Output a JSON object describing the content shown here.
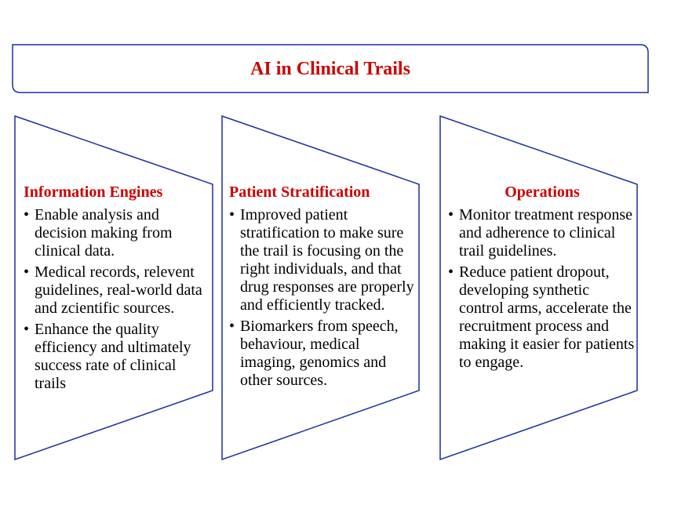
{
  "title": "AI in Clinical Trails",
  "colors": {
    "border": "#1a2f9e",
    "heading": "#cc0000",
    "text": "#000000"
  },
  "columns": [
    {
      "heading": "Information Engines",
      "items": [
        "Enable analysis and decision making from clinical data.",
        "Medical records, relevent guidelines, real-world data and zcientific sources.",
        "Enhance the quality efficiency and ultimately success rate of clinical trails"
      ]
    },
    {
      "heading": "Patient Stratification",
      "items": [
        "Improved patient stratification to make sure the trail is focusing on the right individuals, and that drug responses are properly and efficiently tracked.",
        "Biomarkers from speech, behaviour, medical imaging, genomics and other sources."
      ]
    },
    {
      "heading": "Operations",
      "items": [
        "Monitor treatment response and adherence to clinical trail guidelines.",
        "Reduce patient dropout, developing synthetic control arms, accelerate the recruitment process and making it easier for patients to engage."
      ]
    }
  ]
}
